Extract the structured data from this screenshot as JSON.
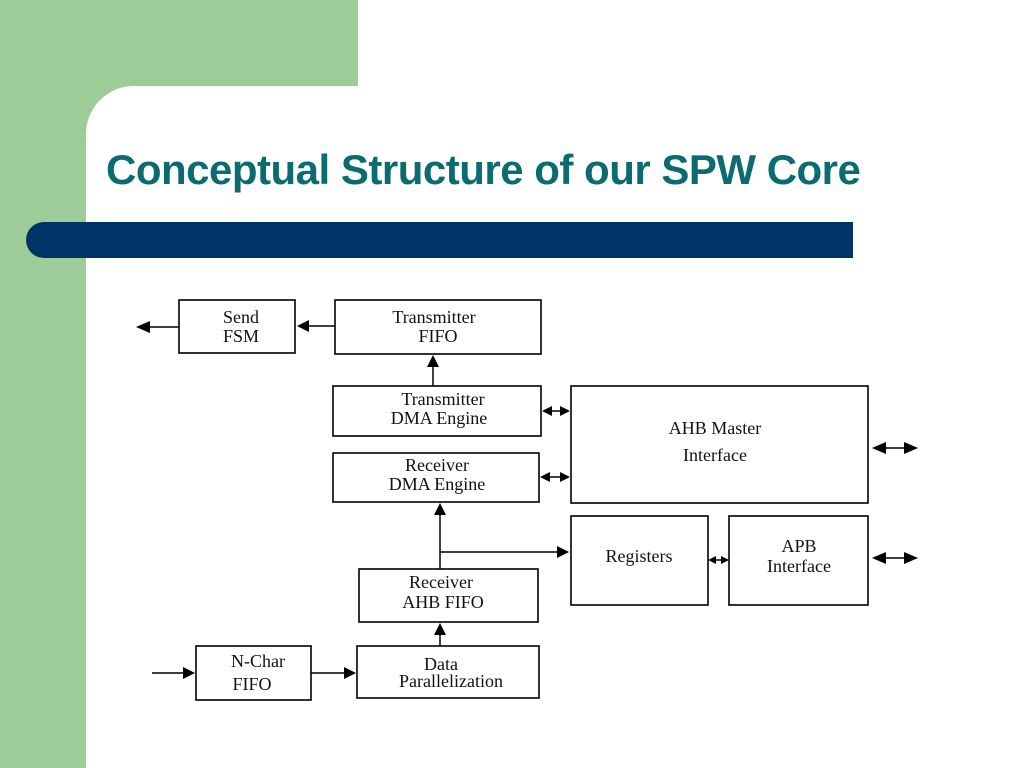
{
  "slide": {
    "title": "Conceptual Structure of our SPW Core"
  },
  "colors": {
    "green_band": "#9dcc98",
    "title_text": "#0a6b70",
    "title_bar": "#003366"
  },
  "blocks": {
    "send_fsm": [
      "Send",
      "FSM"
    ],
    "transmitter_fifo": [
      "Transmitter",
      "FIFO"
    ],
    "transmitter_dma": [
      "Transmitter",
      "DMA Engine"
    ],
    "receiver_dma": [
      "Receiver",
      "DMA Engine"
    ],
    "ahb_master": [
      "AHB Master",
      "Interface"
    ],
    "registers": [
      "Registers"
    ],
    "apb_interface": [
      "APB",
      "Interface"
    ],
    "receiver_ahb_fifo": [
      "Receiver",
      "AHB FIFO"
    ],
    "nchar_fifo": [
      "N-Char",
      "FIFO"
    ],
    "data_parallelization": [
      "Data",
      "Parallelization"
    ]
  }
}
